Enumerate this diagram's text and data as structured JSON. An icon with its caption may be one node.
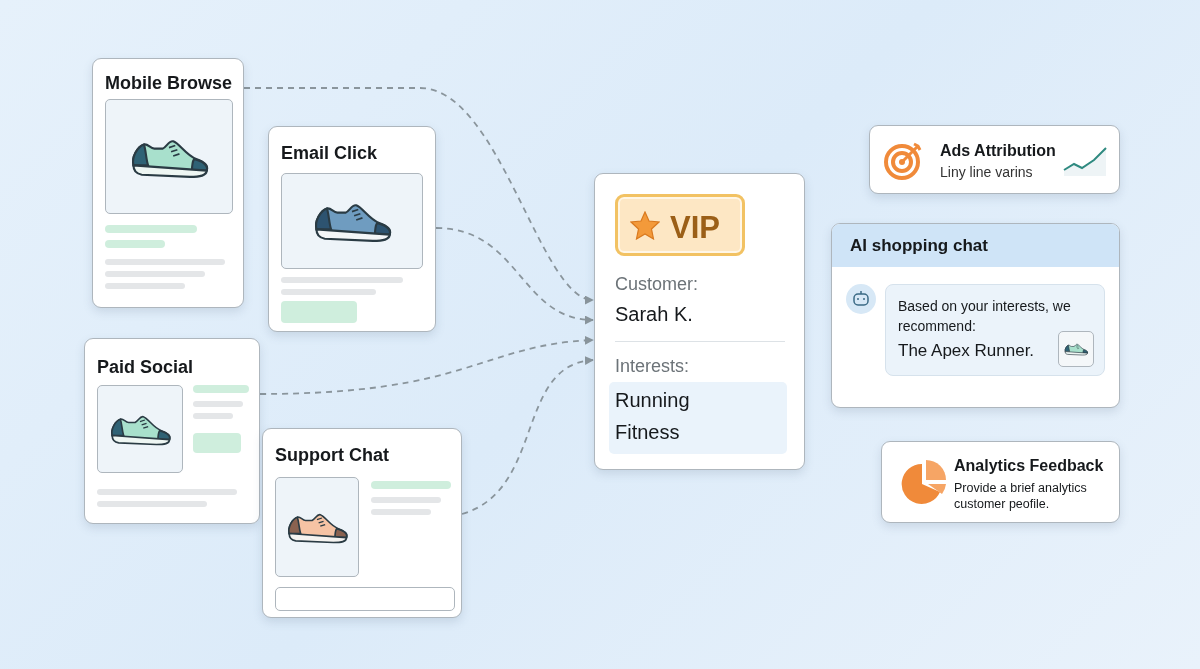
{
  "diagram": {
    "nodes": [
      {
        "text": [
          "Mobile Browse"
        ]
      },
      {
        "text": [
          "Email Click"
        ]
      },
      {
        "text": [
          "Paid Social"
        ]
      },
      {
        "text": [
          "Support Chat"
        ]
      },
      {
        "text": [
          "Customer:",
          "Sarah K.",
          "Interests:"
        ]
      },
      {
        "text": [
          "VIP"
        ],
        "in": 4
      },
      {
        "text": [
          "Running",
          "Fitness"
        ],
        "in": 4
      },
      {
        "text": [
          "Ads Attribution",
          "Liny line varins"
        ]
      },
      {
        "text": [
          "AI shopping chat"
        ]
      },
      {
        "text": [
          "Based on your interests, we recommend:",
          "The Apex Runner."
        ],
        "in": 8
      },
      {
        "text": [
          "Analytics Feedback",
          "Provide a brief analytics customer peofile."
        ]
      }
    ],
    "edges": [
      {
        "from": 0,
        "to": 4,
        "arrow": "to",
        "style": "dashed"
      },
      {
        "from": 1,
        "to": 4,
        "arrow": "to",
        "style": "dashed"
      },
      {
        "from": 2,
        "to": 4,
        "arrow": "to",
        "style": "dashed"
      },
      {
        "from": 3,
        "to": 4,
        "arrow": "to",
        "style": "dashed"
      }
    ]
  }
}
